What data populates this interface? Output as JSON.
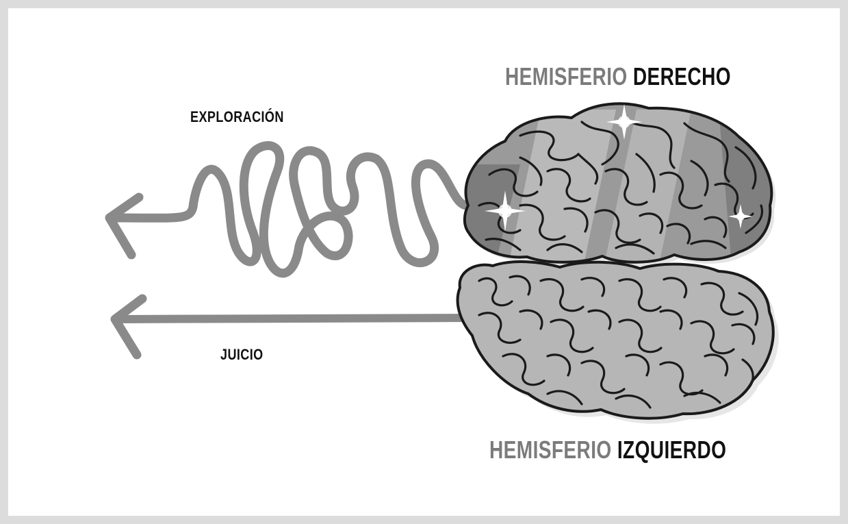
{
  "labels": {
    "exploration": "EXPLORACIÓN",
    "judgement": "JUICIO",
    "right_hemisphere_a": "HEMISFERIO",
    "right_hemisphere_b": "DERECHO",
    "left_hemisphere_a": "HEMISFERIO",
    "left_hemisphere_b": "IZQUIERDO"
  },
  "colors": {
    "arrow": "#8a8a8a",
    "text_light": "#7b7b7b",
    "text_dark": "#111111",
    "brain_top": "#8e8e8e",
    "brain_bottom": "#b4b4b4",
    "outline": "#1a1a1a"
  }
}
